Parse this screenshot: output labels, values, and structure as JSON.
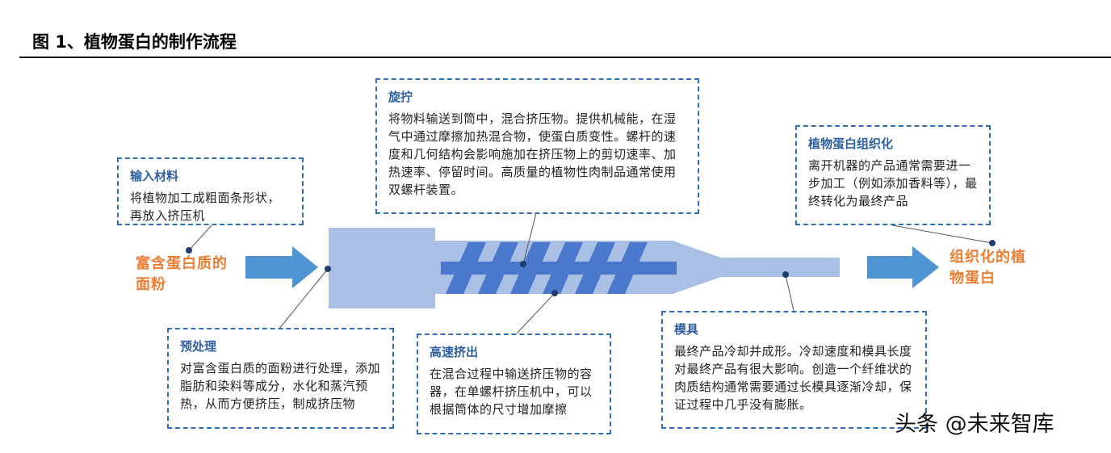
{
  "figure": {
    "title": "图 1、植物蛋白的制作流程"
  },
  "inputs": {
    "label": "富含蛋白质的面粉"
  },
  "outputs": {
    "label": "组织化的植物蛋白"
  },
  "boxes": {
    "input": {
      "title": "输入材料",
      "body": "将植物加工成粗面条形状，再放入挤压机"
    },
    "preprocess": {
      "title": "预处理",
      "body": "对富含蛋白质的面粉进行处理，添加脂肪和染料等成分，水化和蒸汽预热，从而方便挤压，制成挤压物"
    },
    "screw": {
      "title": "旋拧",
      "body": "将物料输送到筒中，混合挤压物。提供机械能，在湿气中通过摩擦加热混合物，使蛋白质变性。螺杆的速度和几何结构会影响施加在挤压物上的剪切速率、加热速率、停留时间。高质量的植物性肉制品通常使用双螺杆装置。"
    },
    "extrusion": {
      "title": "高速挤出",
      "body": "在混合过程中输送挤压物的容器，在单螺杆挤压机中，可以根据筒体的尺寸增加摩擦"
    },
    "die": {
      "title": "模具",
      "body": "最终产品冷却并成形。冷却速度和模具长度对最终产品有很大影响。创造一个纤维状的肉质结构通常需要通过长模具逐渐冷却，保证过程中几乎没有膨胀。"
    },
    "texturize": {
      "title": "植物蛋白组织化",
      "body": "离开机器的产品通常需要进一步加工（例如添加香料等），最终转化为最终产品"
    }
  },
  "watermark": "头条 @未来智库",
  "colors": {
    "accent": "#2e6fb5",
    "barrel": "#a9bfe3",
    "screw": "#4a78cc",
    "arrow": "#4f94d2",
    "orange": "#ef7d31"
  }
}
